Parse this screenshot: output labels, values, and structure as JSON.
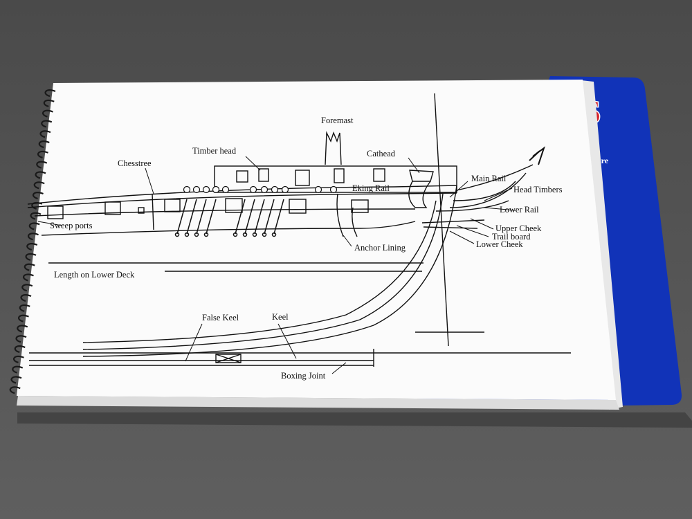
{
  "cover": {
    "letter": "S",
    "fragment": "ture"
  },
  "labels": {
    "foremast": "Foremast",
    "timber_head": "Timber head",
    "cathead": "Cathead",
    "chesstree": "Chesstree",
    "eking_rail": "Eking Rail",
    "main_rail": "Main Rail",
    "head_timbers": "Head Timbers",
    "lower_rail": "Lower Rail",
    "upper_cheek": "Upper Cheek",
    "trail_board": "Trail board",
    "lower_cheek": "Lower Cheek",
    "sweep_ports": "Sweep ports",
    "anchor_lining": "Anchor Lining",
    "length_lower_deck": "Length on Lower Deck",
    "false_keel": "False Keel",
    "keel": "Keel",
    "boxing_joint": "Boxing Joint"
  },
  "colors": {
    "table": "#545454",
    "cover_blue": "#1133b8",
    "cover_red": "#d4202a",
    "page": "#fbfbfb"
  }
}
